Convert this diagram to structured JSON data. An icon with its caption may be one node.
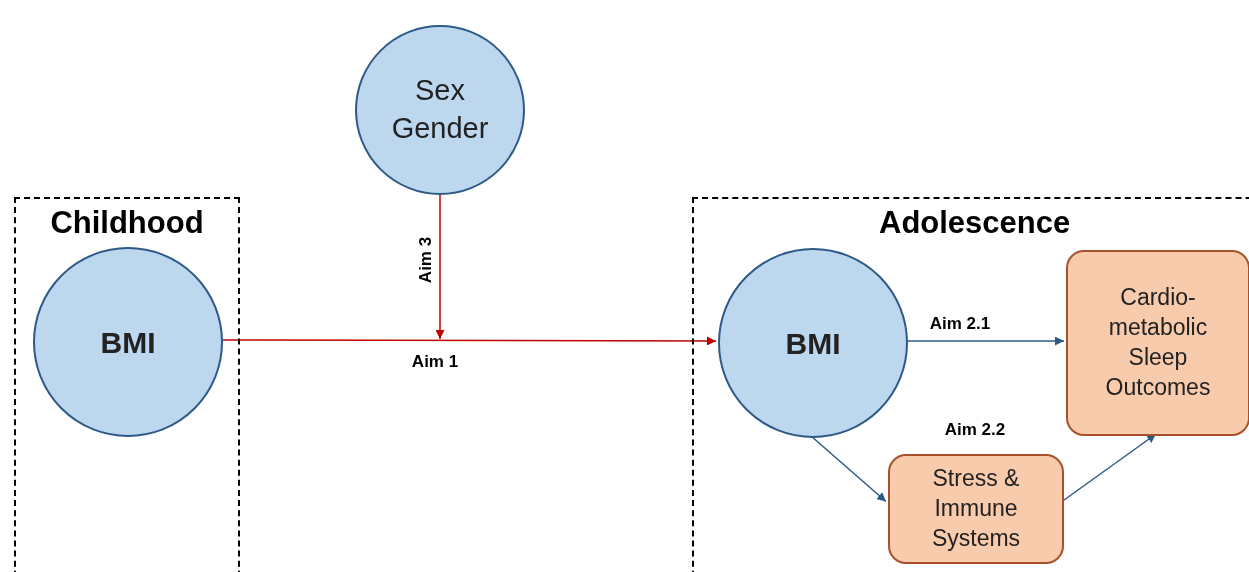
{
  "diagram": {
    "nodes": [
      {
        "text": [
          "Childhood"
        ]
      },
      {
        "text": [
          "BMI"
        ],
        "in": 0
      },
      {
        "text": [
          "Sex Gender"
        ]
      },
      {
        "text": [
          "Adolescence"
        ]
      },
      {
        "text": [
          "BMI"
        ],
        "in": 3
      },
      {
        "text": [
          "Cardio-metabolic Sleep Outcomes"
        ],
        "in": 3
      },
      {
        "text": [
          "Stress & Immune Systems"
        ],
        "in": 3
      }
    ],
    "edges": [
      {
        "from": 1,
        "to": 4,
        "arrow": "to",
        "label": "Aim 1",
        "color": "#c00000"
      },
      {
        "from": 2,
        "to": null,
        "arrow": "to",
        "label": "Aim 3",
        "color": "#c00000"
      },
      {
        "from": 4,
        "to": 5,
        "arrow": "to",
        "label": "Aim 2.1"
      },
      {
        "from": 4,
        "to": 6,
        "arrow": "to"
      },
      {
        "from": 6,
        "to": 5,
        "arrow": "to"
      }
    ],
    "labels": [
      "Aim 2.2"
    ]
  }
}
